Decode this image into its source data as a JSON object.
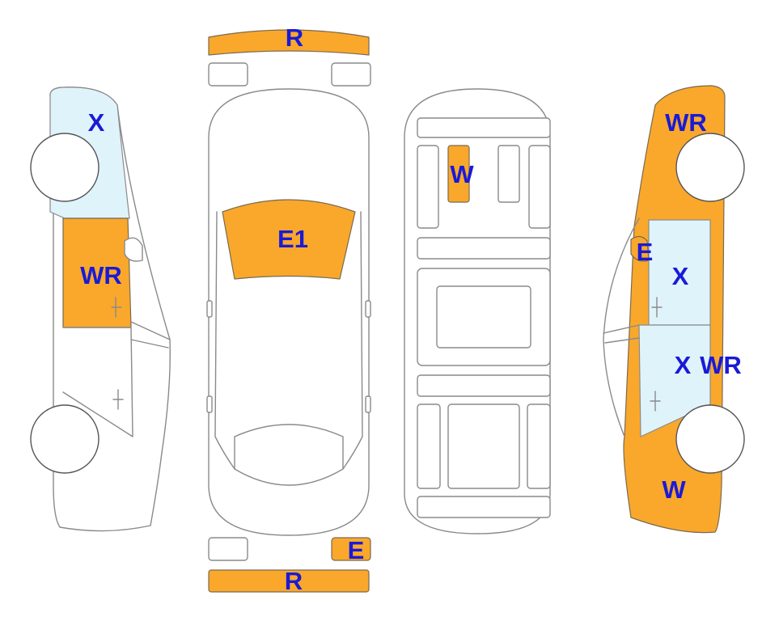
{
  "colors": {
    "damage_fill": "#f9a82c",
    "glass_fill": "#dff3fb",
    "code_text": "#1a1ad6",
    "outline": "#8a8a8a"
  },
  "labels": {
    "top_rear_bumper": "R",
    "roof_glass": "E1",
    "interior_seat": "W",
    "left_upper": "X",
    "left_door": "WR",
    "right_upper": "WR",
    "right_mirror": "E",
    "right_window": "X",
    "right_door_a": "X",
    "right_door_b": "WR",
    "right_lower": "W",
    "bottom_light": "E",
    "bottom_bumper": "R"
  }
}
